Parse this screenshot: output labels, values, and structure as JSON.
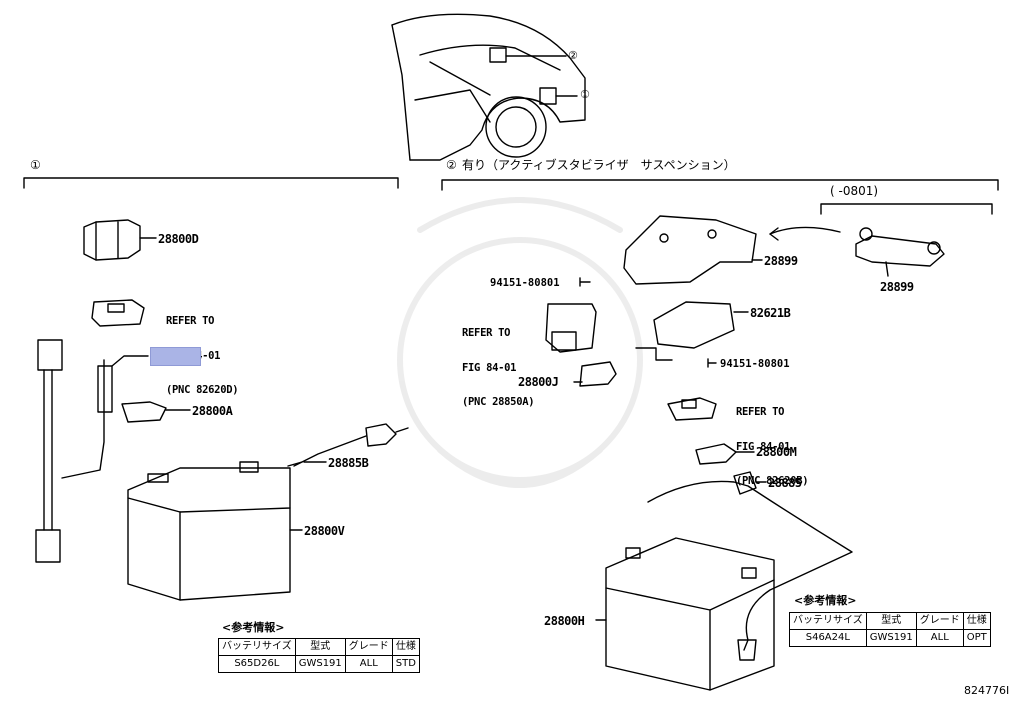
{
  "section_1": {
    "marker": "①"
  },
  "section_2": {
    "marker": "②",
    "title": "有り（アクティブスタビライザ　サスペンション）",
    "sub_range": "(      -0801)"
  },
  "car_callouts": [
    "②",
    "①"
  ],
  "parts": {
    "p28800D": "28800D",
    "p28800A": "28800A",
    "p28885B": "28885B",
    "p28800V": "28800V",
    "p28899a": "28899",
    "p28899b": "28899",
    "p82621B": "82621B",
    "p94151a": "94151-80801",
    "p94151b": "94151-80801",
    "p28800J": "28800J",
    "p28800M": "28800M",
    "p28885": "28885",
    "p28800H": "28800H"
  },
  "refs": {
    "ref1": {
      "l1": "REFER TO",
      "l2": "FIG 84-01",
      "l3": "(PNC 82620D)"
    },
    "ref2": {
      "l1": "REFER TO",
      "l2": "FIG 84-01",
      "l3": "(PNC 28850A)"
    },
    "ref3": {
      "l1": "REFER TO",
      "l2": "FIG 84-01",
      "l3": "(PNC 82620B)"
    }
  },
  "info_left": {
    "title": "<参考情報>",
    "headers": [
      "バッテリサイズ",
      "型式",
      "グレード",
      "仕様"
    ],
    "row": [
      "S65D26L",
      "GWS191",
      "ALL",
      "STD"
    ]
  },
  "info_right": {
    "title": "<参考情報>",
    "headers": [
      "バッテリサイズ",
      "型式",
      "グレード",
      "仕様"
    ],
    "row": [
      "S46A24L",
      "GWS191",
      "ALL",
      "OPT"
    ]
  },
  "diagram_id": "824776I"
}
